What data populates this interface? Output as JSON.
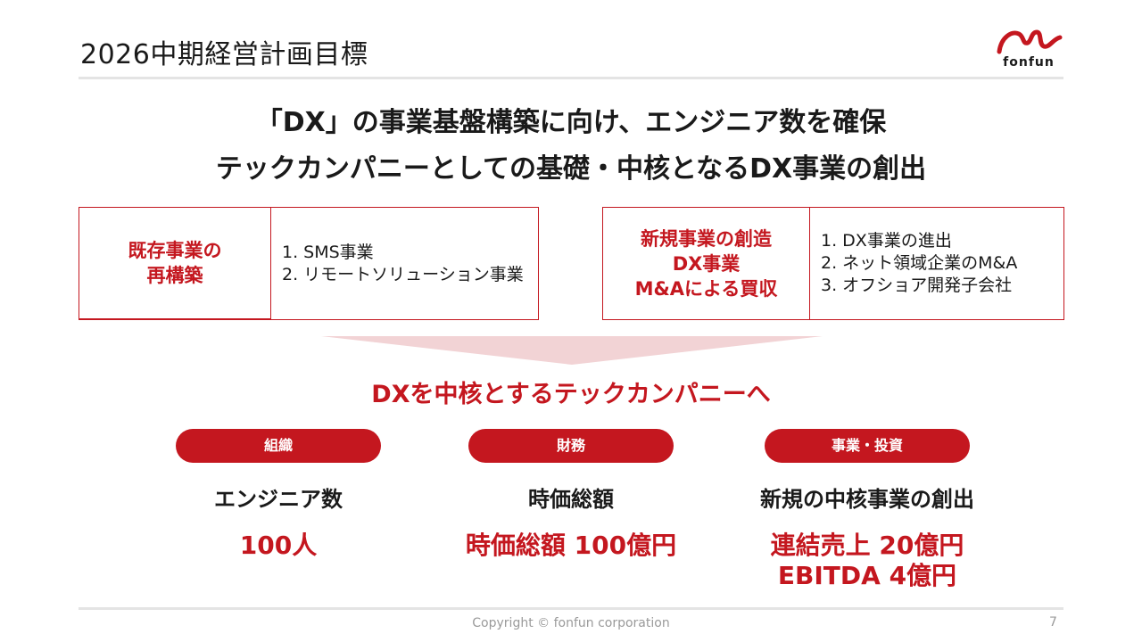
{
  "header": {
    "title": "2026中期経営計画目標",
    "logo_text": "fonfun"
  },
  "headline": {
    "line1": "「DX」の事業基盤構築に向け、エンジニア数を確保",
    "line2": "テックカンパニーとしての基礎・中核となるDX事業の創出"
  },
  "left_box": {
    "label_line1": "既存事業の",
    "label_line2": "再構築",
    "items": [
      "1. SMS事業",
      "2. リモートソリューション事業"
    ]
  },
  "right_box": {
    "label_line1": "新規事業の創造",
    "label_line2": "DX事業",
    "label_line3": "M&Aによる買収",
    "items": [
      "1. DX事業の進出",
      "2. ネット領域企業のM&A",
      "3. オフショア開発子会社"
    ]
  },
  "tagline": "DXを中核とするテックカンパニーへ",
  "pillars": [
    {
      "pill": "組織",
      "subtitle": "エンジニア数",
      "value_line1": "100人",
      "value_line2": ""
    },
    {
      "pill": "財務",
      "subtitle": "時価総額",
      "value_line1": "時価総額 100億円",
      "value_line2": ""
    },
    {
      "pill": "事業・投資",
      "subtitle": "新規の中核事業の創出",
      "value_line1": "連結売上 20億円",
      "value_line2": "EBITDA 4億円"
    }
  ],
  "footer": {
    "copyright": "Copyright © fonfun corporation",
    "page_number": "7"
  },
  "colors": {
    "accent": "#c4171f",
    "arrow": "#f2d3d5",
    "rule": "#e4e4e4"
  }
}
